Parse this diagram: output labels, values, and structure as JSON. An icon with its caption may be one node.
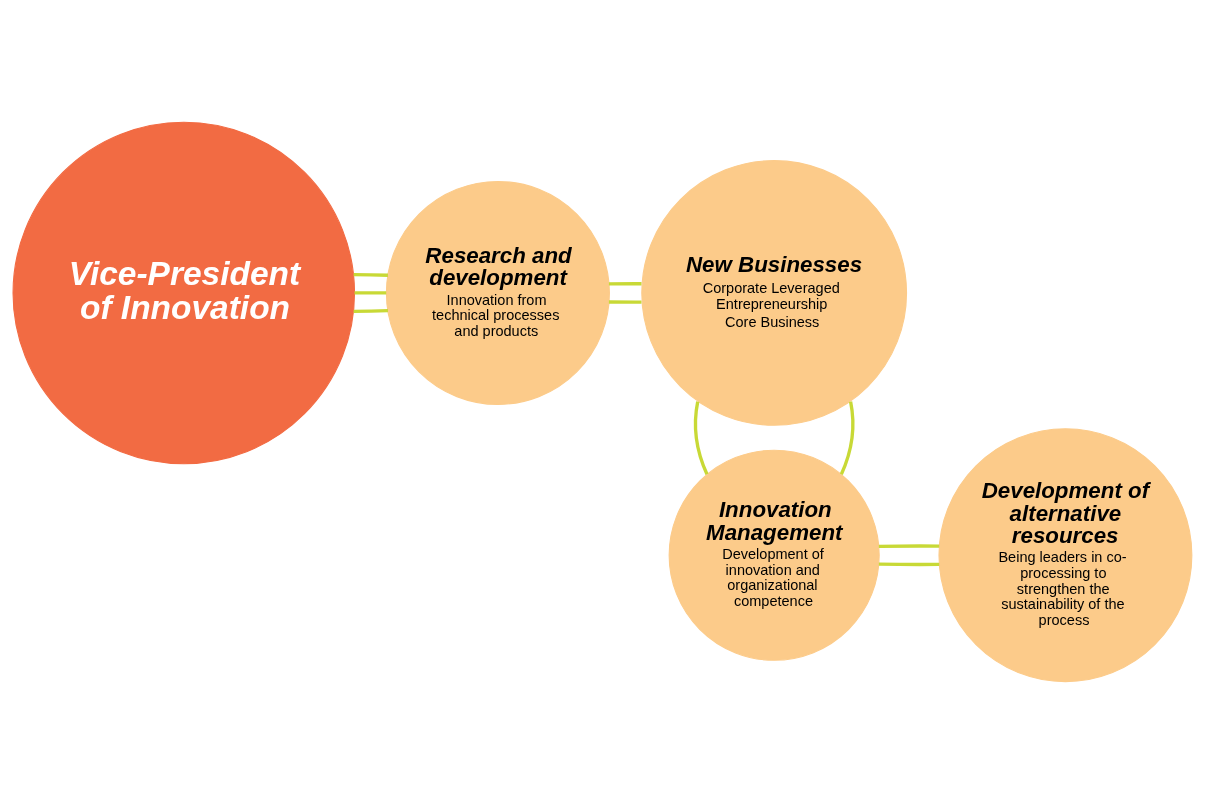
{
  "diagram": {
    "nodes": [
      {
        "text": [
          "Vice-President of Innovation"
        ]
      },
      {
        "text": [
          "Research and development",
          "Innovation from technical processes and products"
        ]
      },
      {
        "text": [
          "New Businesses",
          "Corporate Leveraged Entrepreneurship",
          "Core Business"
        ]
      },
      {
        "text": [
          "Innovation Management",
          "Development of innovation and organizational competence"
        ]
      },
      {
        "text": [
          "Development of alternative resources",
          "Being leaders in co-processing to strengthen the sustainability of the process"
        ]
      }
    ],
    "edges": [
      {
        "from": 0,
        "to": 1,
        "arrow": "none"
      },
      {
        "from": 0,
        "to": 1,
        "arrow": "none"
      },
      {
        "from": 0,
        "to": 1,
        "arrow": "none"
      },
      {
        "from": 1,
        "to": 2,
        "arrow": "none"
      },
      {
        "from": 1,
        "to": 2,
        "arrow": "none"
      },
      {
        "from": 2,
        "to": 3,
        "arrow": "none"
      },
      {
        "from": 2,
        "to": 3,
        "arrow": "none"
      },
      {
        "from": 3,
        "to": 4,
        "arrow": "none"
      },
      {
        "from": 3,
        "to": 4,
        "arrow": "none"
      }
    ]
  }
}
